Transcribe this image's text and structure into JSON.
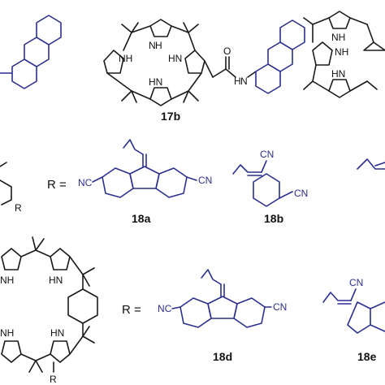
{
  "labels": {
    "c17b": "17b",
    "c18a": "18a",
    "c18b": "18b",
    "c18d": "18d",
    "c18e": "18e"
  },
  "atoms": {
    "nh": "NH",
    "hn": "HN",
    "h": "H",
    "n": "N",
    "o": "O",
    "cn": "CN",
    "nc": "NC",
    "r": "R",
    "r_eq": "R ="
  },
  "colors": {
    "skeleton": "#1a1a1a",
    "substituent": "#2b2f8f"
  }
}
